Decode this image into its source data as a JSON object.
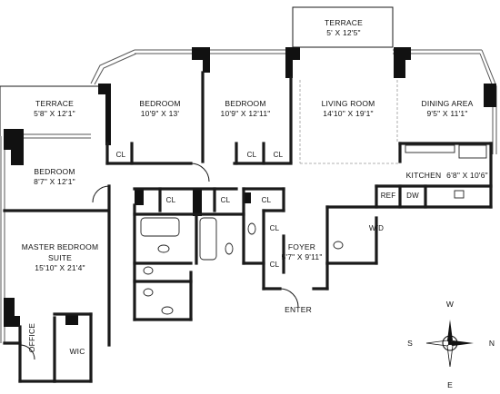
{
  "rooms": {
    "terrace_top": {
      "name": "TERRACE",
      "dims": "5' X 12'5\""
    },
    "terrace_left": {
      "name": "TERRACE",
      "dims": "5'8\" X 12'1\""
    },
    "bedroom_1": {
      "name": "BEDROOM",
      "dims": "10'9\" X 13'"
    },
    "bedroom_2": {
      "name": "BEDROOM",
      "dims": "10'9\" X 12'11\""
    },
    "living_room": {
      "name": "LIVING ROOM",
      "dims": "14'10\" X 19'1\""
    },
    "dining_area": {
      "name": "DINING AREA",
      "dims": "9'5\" X 11'1\""
    },
    "bedroom_3": {
      "name": "BEDROOM",
      "dims": "8'7\" X 12'1\""
    },
    "kitchen": {
      "name": "KITCHEN",
      "dims": "6'8\" X 10'6\""
    },
    "master": {
      "name_line1": "MASTER BEDROOM",
      "name_line2": "SUITE",
      "dims": "15'10\" X 21'4\""
    },
    "foyer": {
      "name": "FOYER",
      "dims": "5'7\" X 9'11\""
    },
    "office": {
      "name": "OFFICE"
    },
    "wic": {
      "name": "WIC"
    }
  },
  "labels": {
    "closet": "CL",
    "refrigerator": "REF",
    "dishwasher": "DW",
    "washer_dryer": "W/D",
    "entry": "ENTER"
  },
  "compass": {
    "north": "N",
    "south": "S",
    "east": "E",
    "west": "W"
  }
}
